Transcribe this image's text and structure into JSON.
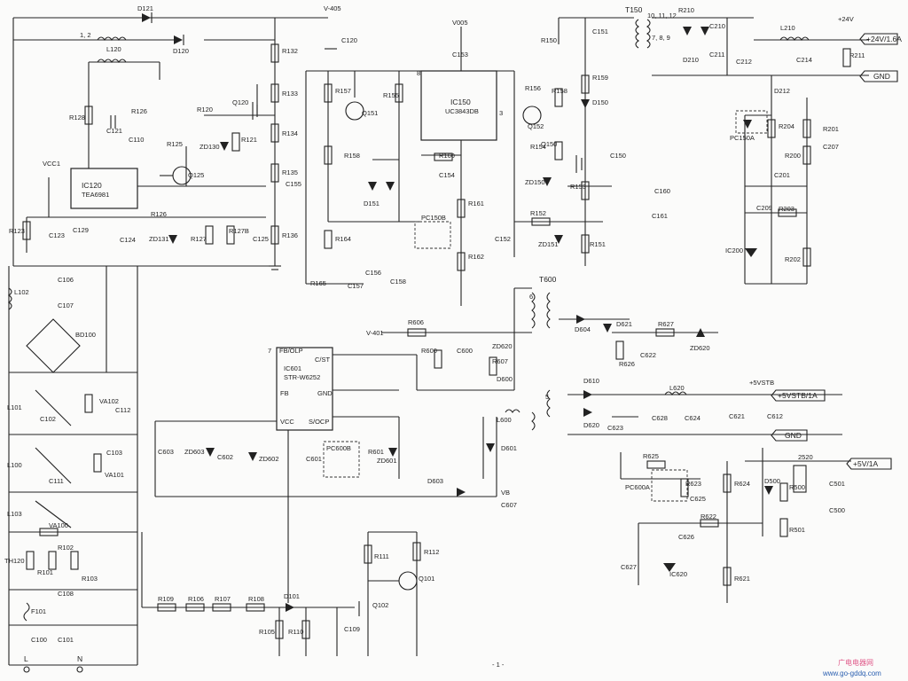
{
  "labels": {
    "q01": "D121",
    "q02": "V-405",
    "q03": "C120",
    "q04": "V005",
    "q05": "C153",
    "q06": "T150",
    "q07": "10, 11, 12",
    "q08": "R210",
    "q09": "C210",
    "q10": "+24V",
    "q11": "L210",
    "q12": "+24V/1.6A",
    "q13": "R211",
    "q14": "GND",
    "q15": "C211",
    "q16": "C212",
    "q17": "C214",
    "q18": "D210",
    "q19": "7, 8, 9",
    "q20": "R150",
    "q21": "C151",
    "q22": "R159",
    "q23": "R158",
    "q24": "D150",
    "q25": "L120",
    "q26": "1, 2",
    "q27": "D120",
    "q28": "R132",
    "q29": "R133",
    "q30": "R134",
    "q31": "R135",
    "q32": "R136",
    "q33": "Q120",
    "q34": "R120",
    "q35": "R121",
    "q36": "ZD130",
    "q37": "R128",
    "q38": "R126",
    "q39": "C121",
    "q40": "C110",
    "q41": "R125",
    "q42": "VCC1",
    "q43": "IC120",
    "q44": "TEA6981",
    "q45": "Q125",
    "q46": "R123",
    "q47": "C123",
    "q48": "C129",
    "q49": "C124",
    "q50": "R126",
    "q51": "ZD131",
    "q52": "R127",
    "q53": "R127B",
    "q54": "C125",
    "q55": "R157",
    "q56": "R155",
    "q57": "Q151",
    "q58": "IC150",
    "q59": "UC3843DB",
    "q60": "Q152",
    "q61": "R156",
    "q62": "C155",
    "q63": "R158",
    "q64": "R160",
    "q65": "C154",
    "q66": "D151",
    "q67": "R161",
    "q68": "PC150B",
    "q69": "R162",
    "q70": "R164",
    "q71": "R165",
    "q72": "C157",
    "q73": "C156",
    "q74": "C158",
    "q75": "R154",
    "q76": "Q150",
    "q77": "C150",
    "q78": "ZD150",
    "q79": "R153",
    "q80": "R152",
    "q81": "C152",
    "q82": "ZD151",
    "q83": "R151",
    "q84": "C160",
    "q85": "C161",
    "q86": "D212",
    "q87": "R204",
    "q88": "PC150A",
    "q89": "R201",
    "q90": "C207",
    "q91": "R200",
    "q92": "C201",
    "q93": "C209",
    "q94": "R203",
    "q95": "IC200",
    "q96": "R202",
    "q97": "L102",
    "q98": "C106",
    "q99": "C107",
    "q100": "BD100",
    "q101": "L101",
    "q102": "C102",
    "q103": "VA102",
    "q104": "C112",
    "q105": "L100",
    "q106": "VA101",
    "q107": "C103",
    "q108": "C111",
    "q109": "L103",
    "q110": "VA100",
    "q111": "TH120",
    "q112": "R101",
    "q113": "R102",
    "q114": "R103",
    "q115": "C108",
    "q116": "F101",
    "q117": "C100",
    "q118": "C101",
    "q119": "L",
    "q120": "N",
    "q121": "FB/OLP",
    "q122": "C/ST",
    "q123": "IC601",
    "q124": "STR-W6252",
    "q125": "FB",
    "q126": "GND",
    "q127": "VCC",
    "q128": "S/OCP",
    "q129": "C603",
    "q130": "ZD603",
    "q131": "C602",
    "q132": "ZD602",
    "q133": "C601",
    "q134": "PC600B",
    "q135": "R601",
    "q136": "ZD601",
    "q137": "D603",
    "q138": "VB",
    "q139": "C607",
    "q140": "D601",
    "q141": "V-401",
    "q142": "R606",
    "q143": "R600",
    "q144": "C600",
    "q145": "ZD620",
    "q146": "R607",
    "q147": "D600",
    "q148": "T600",
    "q149": "L600",
    "q150": "D604",
    "q151": "D621",
    "q152": "R627",
    "q153": "R626",
    "q154": "C622",
    "q155": "ZD620",
    "q156": "D610",
    "q157": "D620",
    "q158": "L620",
    "q159": "+5VSTB",
    "q160": "+5VSTB/1A",
    "q161": "C623",
    "q162": "C628",
    "q163": "C624",
    "q164": "C621",
    "q165": "C612",
    "q166": "GND",
    "q167": "R625",
    "q168": "PC600A",
    "q169": "R623",
    "q170": "C625",
    "q171": "R624",
    "q172": "D500",
    "q173": "R500",
    "q174": "C501",
    "q175": "R501",
    "q176": "C500",
    "q177": "+5V/1A",
    "q178": "R622",
    "q179": "C626",
    "q180": "C627",
    "q181": "IC620",
    "q182": "R621",
    "q183": "R109",
    "q184": "R106",
    "q185": "R107",
    "q186": "R108",
    "q187": "D101",
    "q188": "R105",
    "q189": "R110",
    "q190": "C109",
    "q191": "Q102",
    "q192": "R111",
    "q193": "R112",
    "q194": "Q101",
    "q195": "2520",
    "q196": "6",
    "q197": "5",
    "q198": "7",
    "q199": "8",
    "q200": "3"
  },
  "site_watermark": "www.go-gddq.com",
  "site_logo": "广电电器网",
  "page_mark": "- 1 -"
}
